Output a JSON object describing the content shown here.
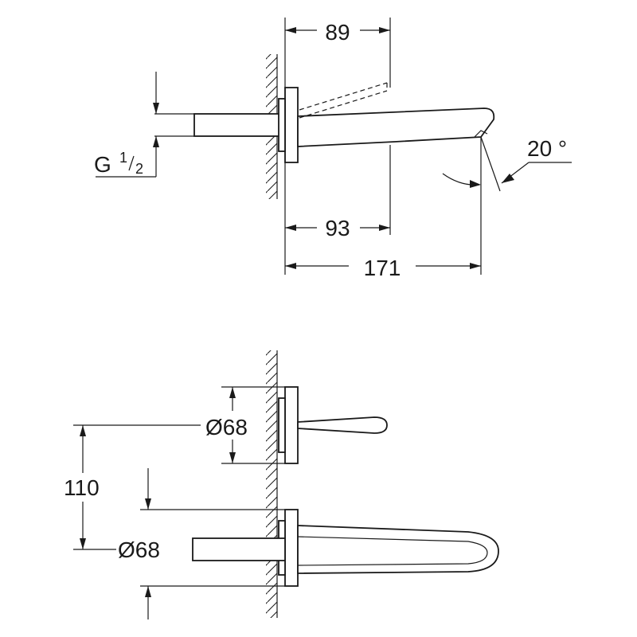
{
  "side_view": {
    "dim_top": "89",
    "dim_mid": "93",
    "dim_bottom": "171",
    "angle": "20 °",
    "thread_prefix": "G",
    "thread_num": "1",
    "thread_den": "2"
  },
  "front_view": {
    "diameter_upper": "Ø68",
    "diameter_lower": "Ø68",
    "spacing": "110"
  },
  "colors": {
    "line": "#1a1a1a",
    "background": "#ffffff"
  }
}
